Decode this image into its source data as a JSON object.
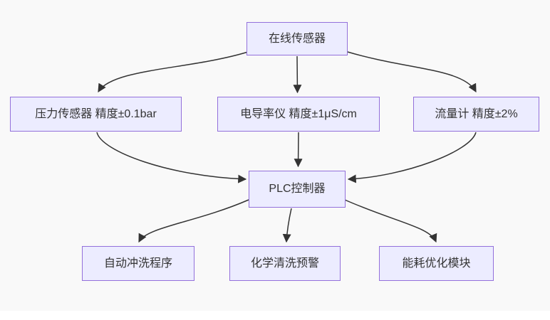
{
  "diagram": {
    "type": "flowchart",
    "direction": "top-down",
    "colors": {
      "background": "#f9f9f9",
      "node_fill": "#ECECFF",
      "node_border": "#9370DB",
      "edge_color": "#333333",
      "text": "#333333"
    },
    "nodes": [
      {
        "id": "online-sensor",
        "label": "在线传感器"
      },
      {
        "id": "pressure-sensor",
        "label": "压力传感器 精度±0.1bar"
      },
      {
        "id": "conductivity-meter",
        "label": "电导率仪 精度±1μS/cm"
      },
      {
        "id": "flow-meter",
        "label": "流量计 精度±2%"
      },
      {
        "id": "plc-controller",
        "label": "PLC控制器"
      },
      {
        "id": "auto-flush-program",
        "label": "自动冲洗程序"
      },
      {
        "id": "chemical-cleaning-alert",
        "label": "化学清洗预警"
      },
      {
        "id": "energy-optimization-module",
        "label": "能耗优化模块"
      }
    ],
    "edges": [
      {
        "from": "online-sensor",
        "to": "pressure-sensor"
      },
      {
        "from": "online-sensor",
        "to": "conductivity-meter"
      },
      {
        "from": "online-sensor",
        "to": "flow-meter"
      },
      {
        "from": "pressure-sensor",
        "to": "plc-controller"
      },
      {
        "from": "conductivity-meter",
        "to": "plc-controller"
      },
      {
        "from": "flow-meter",
        "to": "plc-controller"
      },
      {
        "from": "plc-controller",
        "to": "auto-flush-program"
      },
      {
        "from": "plc-controller",
        "to": "chemical-cleaning-alert"
      },
      {
        "from": "plc-controller",
        "to": "energy-optimization-module"
      }
    ]
  }
}
